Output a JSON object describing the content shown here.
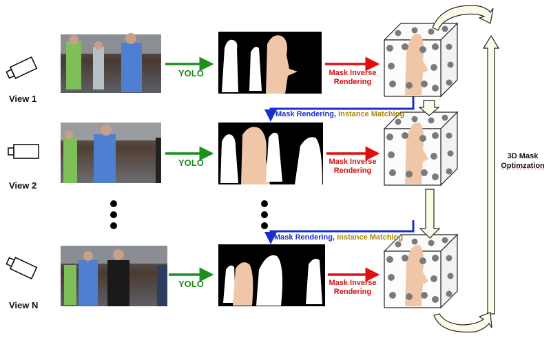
{
  "views": [
    {
      "label": "View 1"
    },
    {
      "label": "View 2"
    },
    {
      "label": "View N"
    }
  ],
  "yolo_label": "YOLO",
  "mask_inverse_rendering": {
    "line1": "Mask Inverse",
    "line2": "Rendering"
  },
  "mask_rendering": {
    "part1": "Mask Rendering,",
    "part2": " Instance Matching"
  },
  "optimization": {
    "line1": "3D Mask",
    "line2": "Optimzation"
  },
  "colors": {
    "yolo_arrow": "#1f8f1f",
    "inverse_arrow": "#e01010",
    "rendering_arrow": "#1a2ecc",
    "instance_matching_text": "#a8860a",
    "person_mask": "#efc7a8",
    "voxel_dot": "#7a7a7a",
    "optimization_arrow_fill": "#fdfbe8"
  }
}
